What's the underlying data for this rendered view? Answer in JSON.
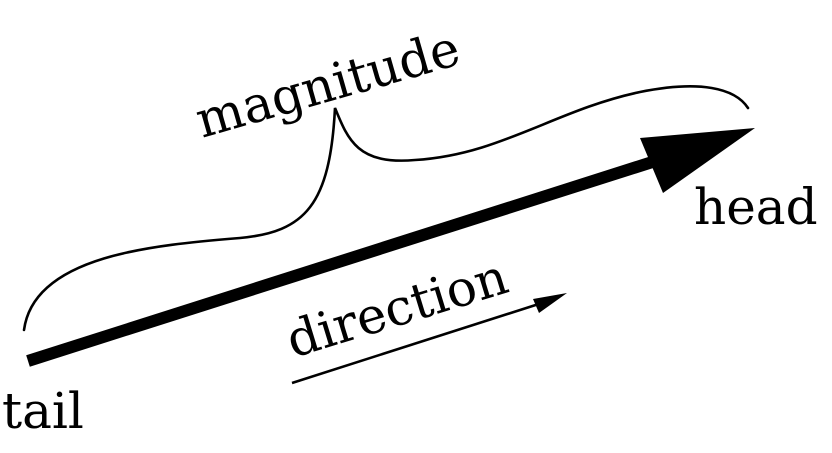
{
  "diagram": {
    "labels": {
      "magnitude": "magnitude",
      "direction": "direction",
      "tail": "tail",
      "head": "head"
    },
    "colors": {
      "stroke": "#000000",
      "background": "#ffffff"
    }
  }
}
